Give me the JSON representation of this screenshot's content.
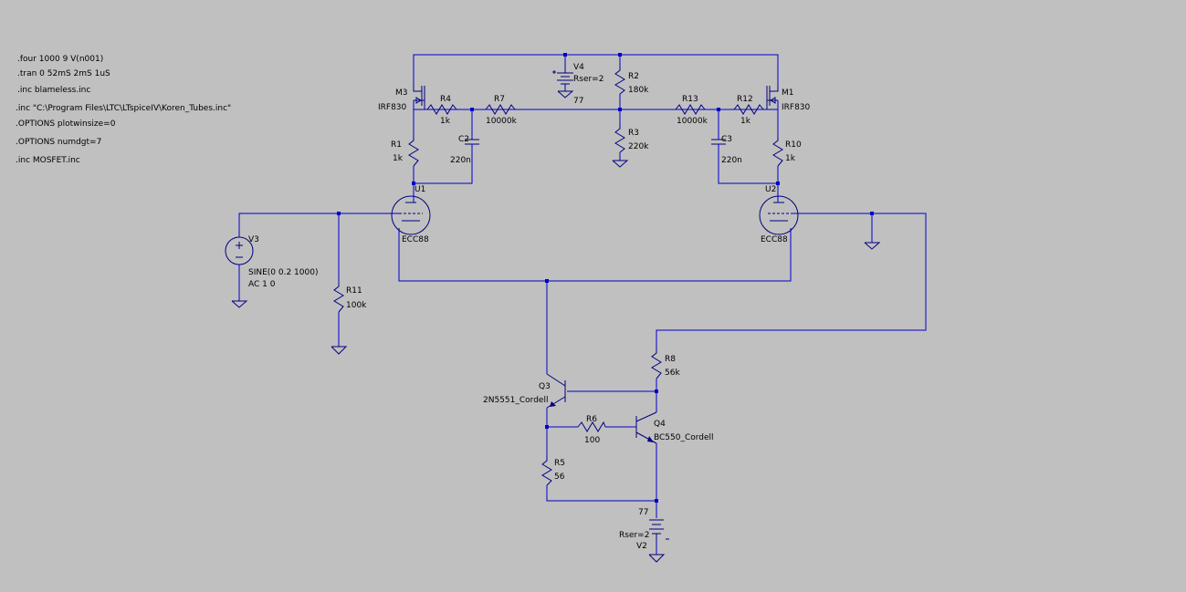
{
  "directives": [
    ".four 1000 9 V(n001)",
    ".tran 0 52mS 2mS 1uS",
    ".inc blameless.inc",
    ".inc \"C:\\Program Files\\LTC\\LTspiceIV\\Koren_Tubes.inc\"",
    ".OPTIONS plotwinsize=0",
    ".OPTIONS numdgt=7",
    ".inc MOSFET.inc"
  ],
  "components": {
    "M3": {
      "name": "M3",
      "value": "IRF830"
    },
    "M1": {
      "name": "M1",
      "value": "IRF830"
    },
    "R4": {
      "name": "R4",
      "value": "1k"
    },
    "R7": {
      "name": "R7",
      "value": "10000k"
    },
    "R13": {
      "name": "R13",
      "value": "10000k"
    },
    "R12": {
      "name": "R12",
      "value": "1k"
    },
    "R2": {
      "name": "R2",
      "value": "180k"
    },
    "R3": {
      "name": "R3",
      "value": "220k"
    },
    "R1": {
      "name": "R1",
      "value": "1k"
    },
    "R10": {
      "name": "R10",
      "value": "1k"
    },
    "C2": {
      "name": "C2",
      "value": "220n"
    },
    "C3": {
      "name": "C3",
      "value": "220n"
    },
    "V4": {
      "name": "V4",
      "rser": "Rser=2",
      "value": "77"
    },
    "U1": {
      "name": "U1",
      "value": "ECC88"
    },
    "U2": {
      "name": "U2",
      "value": "ECC88"
    },
    "V3": {
      "name": "V3",
      "value1": "SINE(0 0.2 1000)",
      "value2": "AC 1 0"
    },
    "R11": {
      "name": "R11",
      "value": "100k"
    },
    "R8": {
      "name": "R8",
      "value": "56k"
    },
    "Q3": {
      "name": "Q3",
      "value": "2N5551_Cordell"
    },
    "Q4": {
      "name": "Q4",
      "value": "BC550_Cordell"
    },
    "R6": {
      "name": "R6",
      "value": "100"
    },
    "R5": {
      "name": "R5",
      "value": "56"
    },
    "V2": {
      "name": "V2",
      "rser": "Rser=2",
      "value": "77"
    }
  },
  "colors": {
    "background": "#c0c0c0",
    "wire": "#0000cc",
    "symbol": "#000080",
    "text": "#000000"
  }
}
